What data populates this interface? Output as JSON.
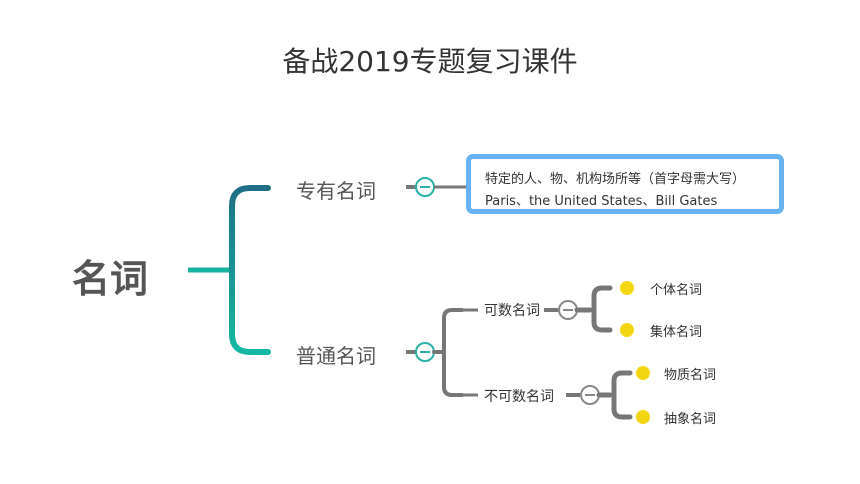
{
  "title": "备战2019专题复习课件",
  "mindmap": {
    "root": "名词",
    "branches": [
      {
        "label": "专有名词",
        "definition": [
          "特定的人、物、机构场所等（首字母需大写）",
          "Paris、the United States、Bill Gates"
        ]
      },
      {
        "label": "普通名词",
        "children": [
          {
            "label": "可数名词",
            "children": [
              "个体名词",
              "集体名词"
            ]
          },
          {
            "label": "不可数名词",
            "children": [
              "物质名词",
              "抽象名词"
            ]
          }
        ]
      }
    ]
  }
}
